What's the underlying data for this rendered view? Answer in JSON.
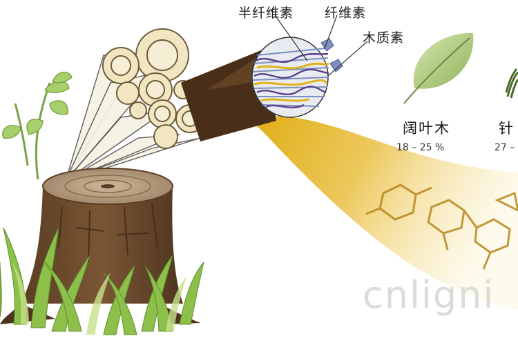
{
  "labels": {
    "hemicellulose": "半纤维素",
    "cellulose": "纤维素",
    "lignin": "木质素"
  },
  "wood_types": [
    {
      "name": "阔叶木",
      "range": "18 – 25 %"
    },
    {
      "name": "针",
      "range": "27 –"
    }
  ],
  "watermark": "cnligni",
  "colors": {
    "lignin_yellow": "#e2b21a",
    "wood_brown": "#6b4a2b",
    "fiber_cream": "#f2e6c2",
    "leaf_green": "#9fbf6a",
    "grass_green": "#7cae3a",
    "cellulose_blue": "#7c8fc0",
    "hemicellulose_purple": "#5b3f8a"
  },
  "icons": [
    "broadleaf-leaf-icon",
    "conifer-needle-icon",
    "tree-stump-illustration",
    "lignin-molecule-icon"
  ]
}
